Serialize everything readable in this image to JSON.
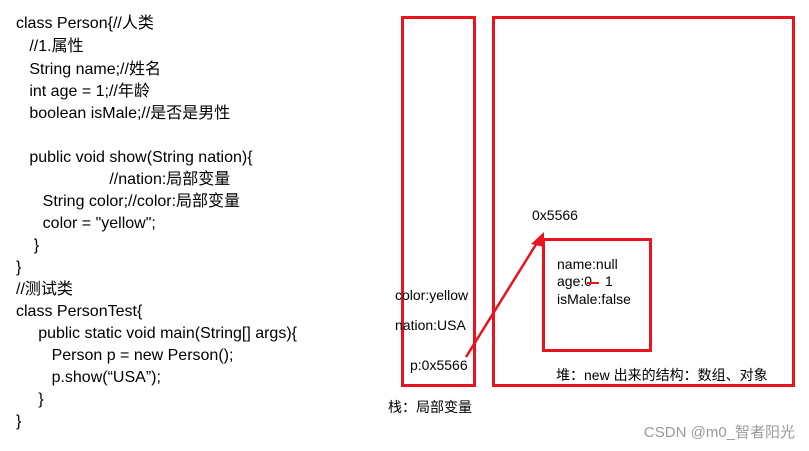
{
  "code": {
    "lines": [
      "class Person{//人类",
      "   //1.属性",
      "   String name;//姓名",
      "   int age = 1;//年龄",
      "   boolean isMale;//是否是男性",
      "",
      "   public void show(String nation){",
      "                     //nation:局部变量",
      "      String color;//color:局部变量",
      "      color = \"yellow\";",
      "    }",
      "}",
      "//测试类",
      "class PersonTest{",
      "     public static void main(String[] args){",
      "        Person p = new Person();",
      "        p.show(“USA”);",
      "     }",
      "}"
    ]
  },
  "stack": {
    "entries": [
      "color:yellow",
      "nation:USA",
      "p:0x5566"
    ],
    "caption": "栈：局部变量"
  },
  "heap": {
    "address": "0x5566",
    "fields": [
      "name:null",
      "age:0",
      "1",
      "isMale:false"
    ],
    "caption": "堆：new 出来的结构：数组、对象"
  },
  "colors": {
    "accent": "#e8131e",
    "watermark": "#9b9b9b"
  },
  "watermark": "CSDN @m0_智者阳光"
}
